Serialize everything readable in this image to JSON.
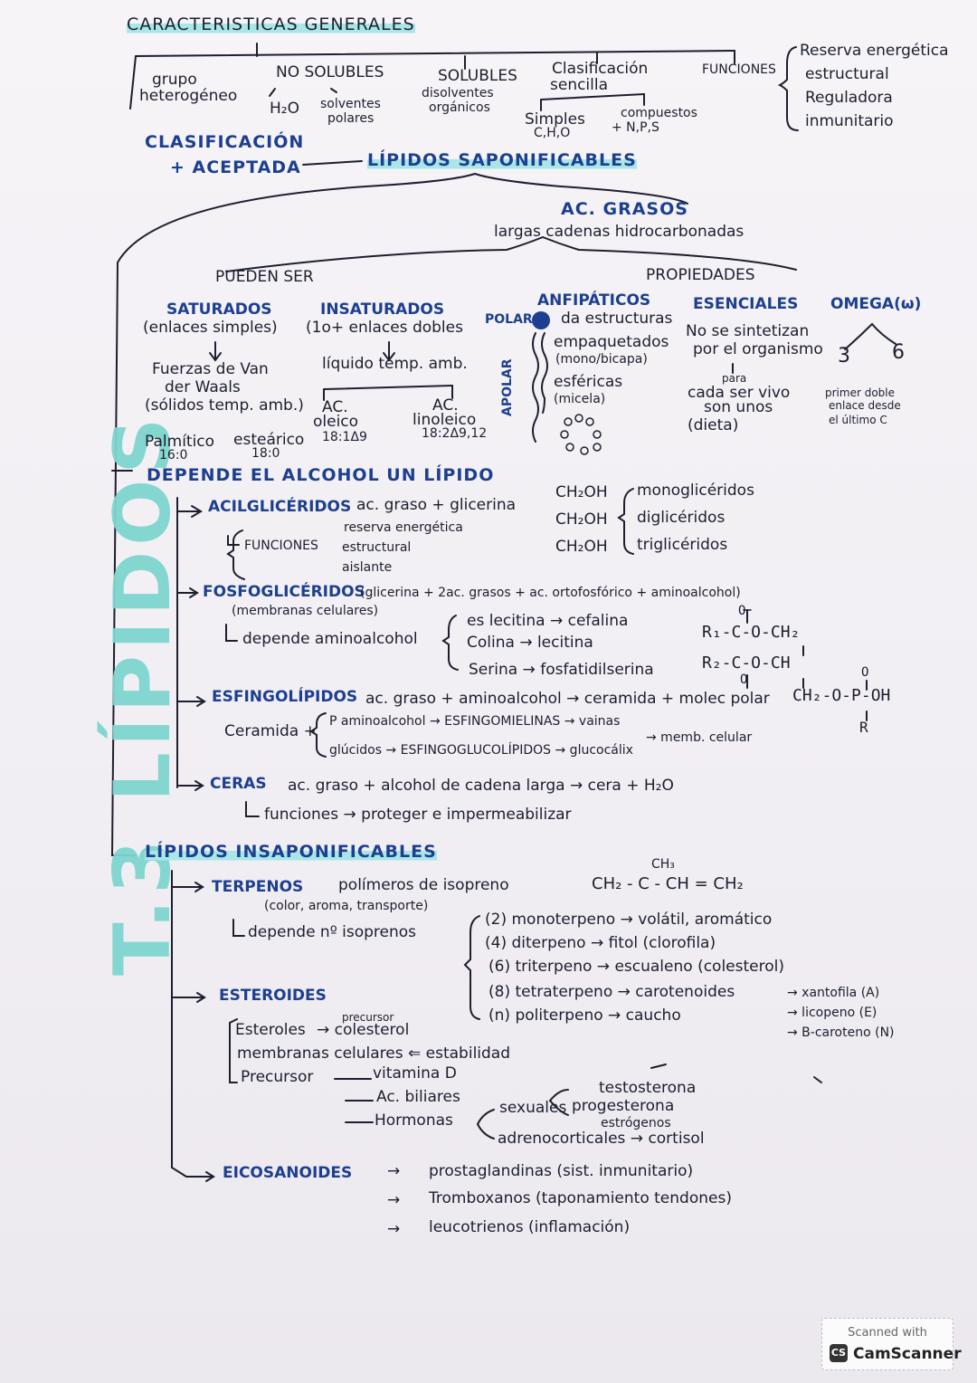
{
  "side_title": "T.3 LÍPIDOS",
  "general": {
    "title": "CARACTERISTICAS GENERALES",
    "grupo_1": "grupo",
    "grupo_2": "heterogéneo",
    "no_solubles": "NO SOLUBLES",
    "h2o": "H₂O",
    "solventes_1": "solventes",
    "solventes_2": "polares",
    "solubles": "SOLUBLES",
    "disolventes_1": "disolventes",
    "disolventes_2": "orgánicos",
    "clasificacion_1": "Clasificación",
    "clasificacion_2": "sencilla",
    "simples": "Simples",
    "chno": "C,H,O",
    "compuestos": "compuestos",
    "npc": "+ N,P,S",
    "funciones": "FUNCIONES",
    "funciones_list": [
      "Reserva energética",
      "estructural",
      "Reguladora",
      "inmunitario"
    ]
  },
  "clasificacion": {
    "line1": "CLASIFICACIÓN",
    "line2": "+ ACEPTADA"
  },
  "saponificables": {
    "title": "LÍPIDOS SAPONIFICABLES",
    "ac_grasos": "AC. GRASOS",
    "largas": "largas cadenas hidrocarbonadas",
    "pueden_ser": "PUEDEN SER",
    "propiedades": "PROPIEDADES",
    "saturados": "SATURADOS",
    "saturados_desc": "(enlaces simples)",
    "insaturados": "INSATURADOS",
    "insaturados_desc": "(1o+ enlaces dobles",
    "fuerzas_1": "Fuerzas de Van",
    "fuerzas_2": "der Waals",
    "fuerzas_3": "(sólidos temp. amb.)",
    "liquido": "líquido temp. amb.",
    "palmitico": "Palmítico",
    "palmitico_n": "16:0",
    "estearico": "esteárico",
    "estearico_n": "18:0",
    "ac1": "AC.",
    "oleico": "oleico",
    "oleico_n": "18:1Δ9",
    "ac2": "AC.",
    "linoleico": "linoleico",
    "linoleico_n": "18:2Δ9,12",
    "anfipaticos": "ANFIPÁTICOS",
    "polar": "POLAR",
    "apolar": "APOLAR",
    "da_estructuras": "da estructuras",
    "empaquetados": "empaquetados",
    "mono_bicapa": "(mono/bicapa)",
    "esfericas": "esféricas",
    "micela": "(micela)",
    "esenciales": "ESENCIALES",
    "no_sintetizan_1": "No se sintetizan",
    "no_sintetizan_2": "por el organismo",
    "para": "para",
    "cada_ser_1": "cada ser vivo",
    "cada_ser_2": "son unos",
    "dieta": "(dieta)",
    "omega": "OMEGA(ω)",
    "omega_3": "3",
    "omega_6": "6",
    "primer_doble_1": "primer doble",
    "primer_doble_2": "enlace desde",
    "primer_doble_3": "el último C"
  },
  "depende": {
    "title": "DEPENDE EL ALCOHOL UN LÍPIDO",
    "acilgliceridos": "ACILGLICÉRIDOS",
    "acil_desc": "ac. graso + glicerina",
    "glicerol": [
      "CH₂OH",
      "CH₂OH",
      "CH₂OH"
    ],
    "glic_types": [
      "monoglicéridos",
      "diglicéridos",
      "triglicéridos"
    ],
    "funciones_label": "FUNCIONES",
    "funciones_list": [
      "reserva energética",
      "estructural",
      "aislante"
    ],
    "fosfogliceridos": "FOSFOGLICÉRIDOS",
    "fosfo_desc": "(glicerina + 2ac. grasos + ac. ortofosfórico + aminoalcohol)",
    "membranas": "(membranas celulares)",
    "depende_amino": "depende aminoalcohol",
    "amino_list": [
      "es lecitina → cefalina",
      "Colina → lecitina",
      "Serina → fosfatidilserina"
    ],
    "formula": {
      "r1": "R₁-C-O-CH₂",
      "r2": "R₂-C-O-CH",
      "r3": "CH₂-O-P-OH",
      "o": "O",
      "r": "R"
    },
    "esfingolipidos": "ESFINGOLÍPIDOS",
    "esfingo_desc": "ac. graso + aminoalcohol → ceramida + molec polar",
    "ceramida": "Ceramida +",
    "ceramida_list": [
      "P aminoalcohol → ESFINGOMIELINAS → vainas",
      "glúcidos → ESFINGOGLUCOLÍPIDOS → glucocálix"
    ],
    "memb_celular": "→ memb. celular",
    "ceras": "CERAS",
    "ceras_desc": "ac. graso + alcohol de cadena larga → cera + H₂O",
    "ceras_func": "funciones → proteger e impermeabilizar"
  },
  "insaponificables": {
    "title": "LÍPIDOS INSAPONIFICABLES",
    "terpenos": "TERPENOS",
    "terpenos_desc": "polímeros de isopreno",
    "isopreno": "CH₂ - C - CH = CH₂",
    "ch3": "CH₃",
    "color": "(color, aroma, transporte)",
    "depende_isop": "depende nº isoprenos",
    "terp_list": [
      "(2) monoterpeno → volátil, aromático",
      "(4) diterpeno → fitol (clorofila)",
      "(6) triterpeno → escualeno (colesterol)",
      "(8) tetraterpeno → carotenoides",
      "(n) politerpeno → caucho"
    ],
    "carot_list": [
      "→ xantofila (A)",
      "→ licopeno (E)",
      "→ B-caroteno (N)"
    ],
    "esteroides": "ESTEROIDES",
    "esteroles": "Esteroles",
    "precursor_small": "precursor",
    "colesterol": "→ colesterol",
    "membranas": "membranas celulares ⇐ estabilidad",
    "precursor": "Precursor",
    "prec_list": [
      "vitamina D",
      "Ac. biliares",
      "Hormonas"
    ],
    "sexuales": "sexuales",
    "sex_list": [
      "testosterona",
      "progesterona",
      "estrógenos"
    ],
    "adrenocorticales": "adrenocorticales → cortisol",
    "eicosanoides": "EICOSANOIDES",
    "eico_list": [
      "prostaglandinas (sist. inmunitario)",
      "Tromboxanos (taponamiento tendones)",
      "leucotrienos (inflamación)"
    ]
  },
  "badge": {
    "line1": "Scanned with",
    "logo": "CS",
    "line2": "CamScanner"
  }
}
